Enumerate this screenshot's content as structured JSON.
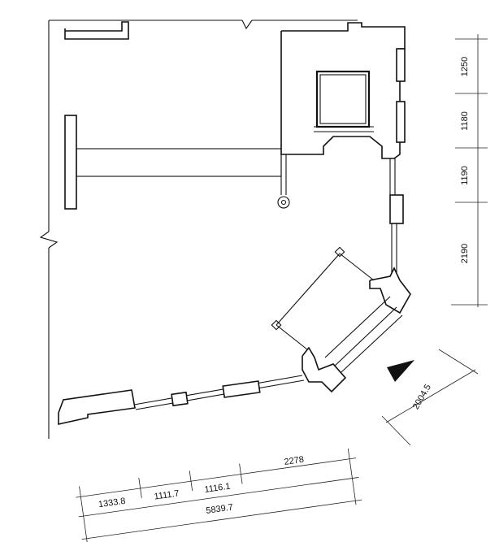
{
  "drawing": {
    "right_dimensions": [
      "1250",
      "1180",
      "1190",
      "2190"
    ],
    "diagonal_dimension": "2004.5",
    "bottom_dimensions_top_row": [
      "1333.8",
      "1111.7",
      "1116.1",
      "2278"
    ],
    "bottom_dimension_total": "5839.7",
    "arrow": "north-arrow-triangle"
  },
  "colors": {
    "ink": "#111111",
    "paper": "#ffffff"
  }
}
